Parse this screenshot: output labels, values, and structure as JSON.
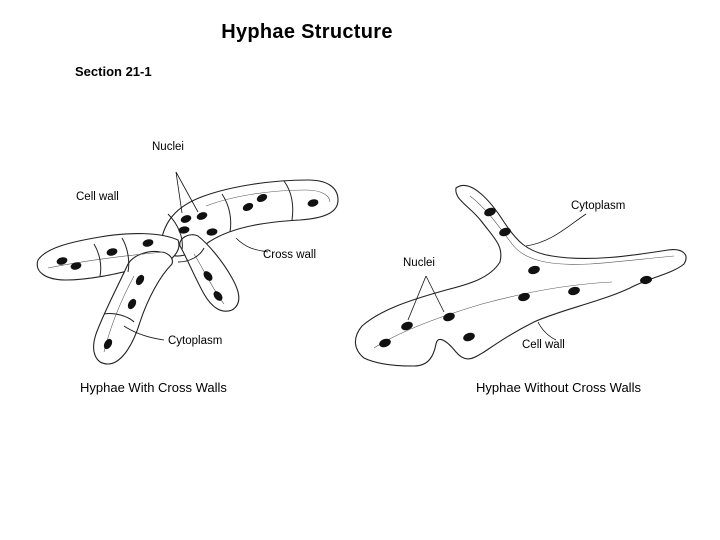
{
  "title": "Hyphae Structure",
  "section": "Section 21-1",
  "left_diagram": {
    "label_nuclei": "Nuclei",
    "label_cell_wall": "Cell wall",
    "label_cross_wall": "Cross wall",
    "label_cytoplasm": "Cytoplasm",
    "caption": "Hyphae With Cross Walls"
  },
  "right_diagram": {
    "label_cytoplasm": "Cytoplasm",
    "label_nuclei": "Nuclei",
    "label_cell_wall": "Cell wall",
    "caption": "Hyphae Without Cross Walls"
  }
}
